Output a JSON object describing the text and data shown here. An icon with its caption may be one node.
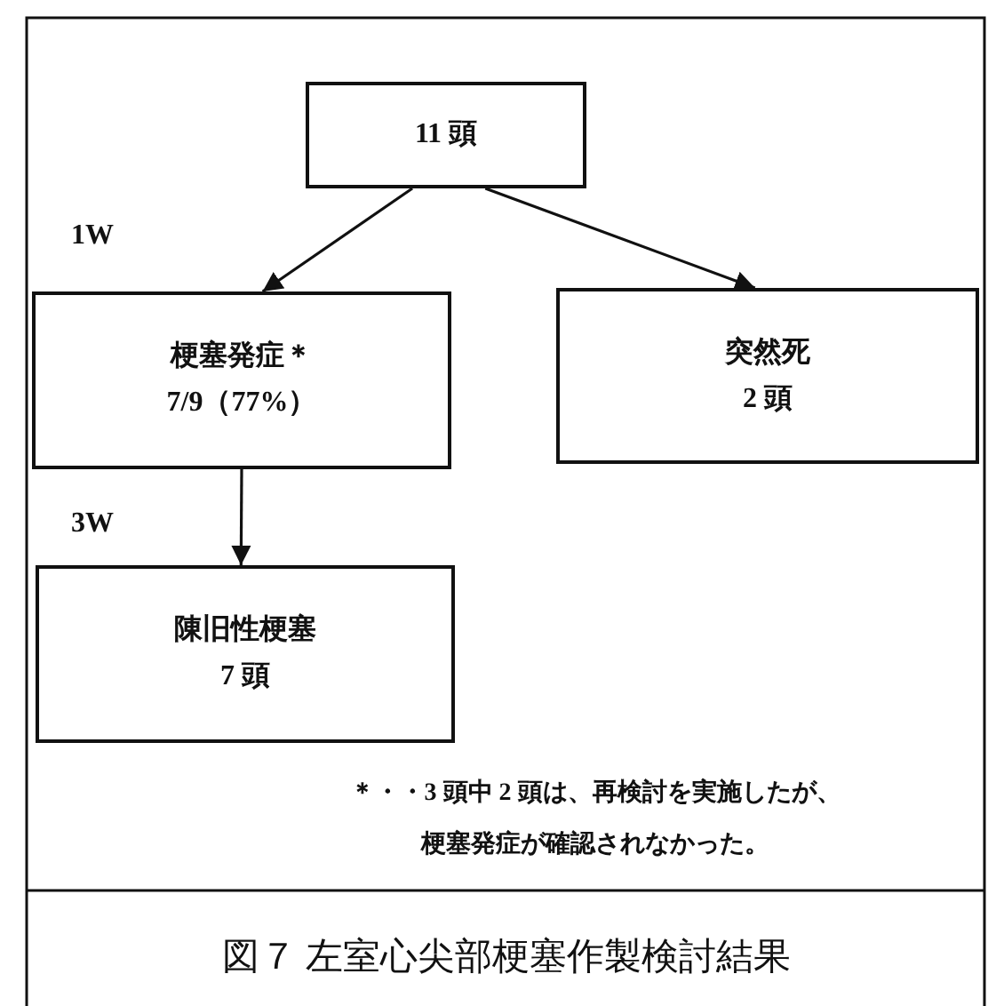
{
  "diagram": {
    "caption": "図７ 左室心尖部梗塞作製検討結果",
    "nodes": [
      {
        "text": [
          "11 頭"
        ]
      },
      {
        "text": [
          "梗塞発症＊",
          "7/9（77%）"
        ]
      },
      {
        "text": [
          "突然死",
          "2 頭"
        ]
      },
      {
        "text": [
          "陳旧性梗塞",
          "7 頭"
        ]
      }
    ],
    "edges": [
      {
        "from": 0,
        "to": 1,
        "arrow": "to"
      },
      {
        "from": 0,
        "to": 2,
        "arrow": "to"
      },
      {
        "from": 1,
        "to": 3,
        "arrow": "to"
      }
    ],
    "labels": [
      "1W",
      "3W",
      "＊・・3 頭中 2 頭は、再検討を実施したが、",
      "梗塞発症が確認されなかった。"
    ]
  }
}
